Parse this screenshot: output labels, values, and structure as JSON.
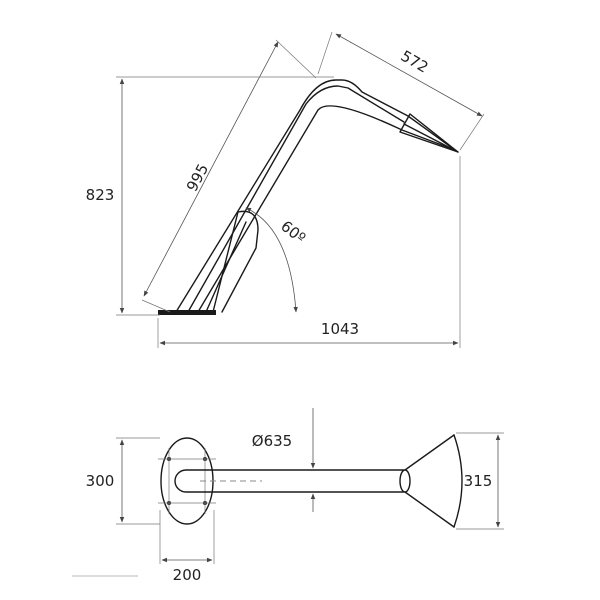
{
  "side_view": {
    "length_label": "995",
    "spout_label": "572",
    "height_label": "823",
    "angle_label": "60º",
    "span_label": "1043"
  },
  "top_view": {
    "diameter_label": "Ø635",
    "plate_height_label": "300",
    "plate_width_label": "200",
    "nozzle_width_label": "315"
  },
  "colors": {
    "line": "#1a1a1a",
    "dimension": "#555555"
  }
}
